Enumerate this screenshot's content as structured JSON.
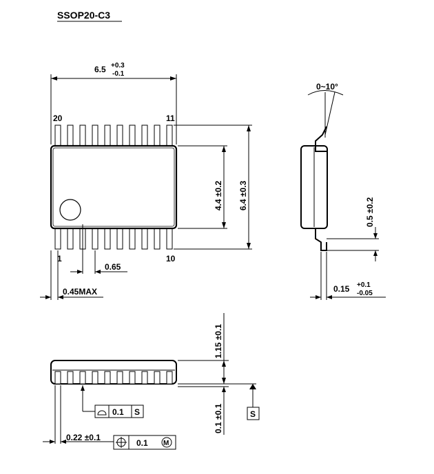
{
  "title": "SSOP20-C3",
  "top_view": {
    "width_label": "6.5",
    "width_tol_plus": "+0.3",
    "width_tol_minus": "-0.1",
    "body_width_label": "4.4 ±0.2",
    "overall_width_label": "6.4 ±0.3",
    "pin_20": "20",
    "pin_11": "11",
    "pin_1": "1",
    "pin_10": "10",
    "pitch_label": "0.65",
    "pin_width_max_label": "0.45MAX"
  },
  "side_view": {
    "angle_label": "0~10°",
    "lead_length_label": "0.5 ±0.2",
    "thickness_label": "0.15",
    "thickness_tol_plus": "+0.1",
    "thickness_tol_minus": "-0.05"
  },
  "front_view": {
    "height_label": "1.15 ±0.1",
    "standoff_label": "0.1 ±0.1",
    "datum_label": "S",
    "flatness_value": "0.1",
    "flatness_datum": "S",
    "lead_width_label": "0.22 ±0.1",
    "position_value": "0.1",
    "position_modifier": "M"
  }
}
